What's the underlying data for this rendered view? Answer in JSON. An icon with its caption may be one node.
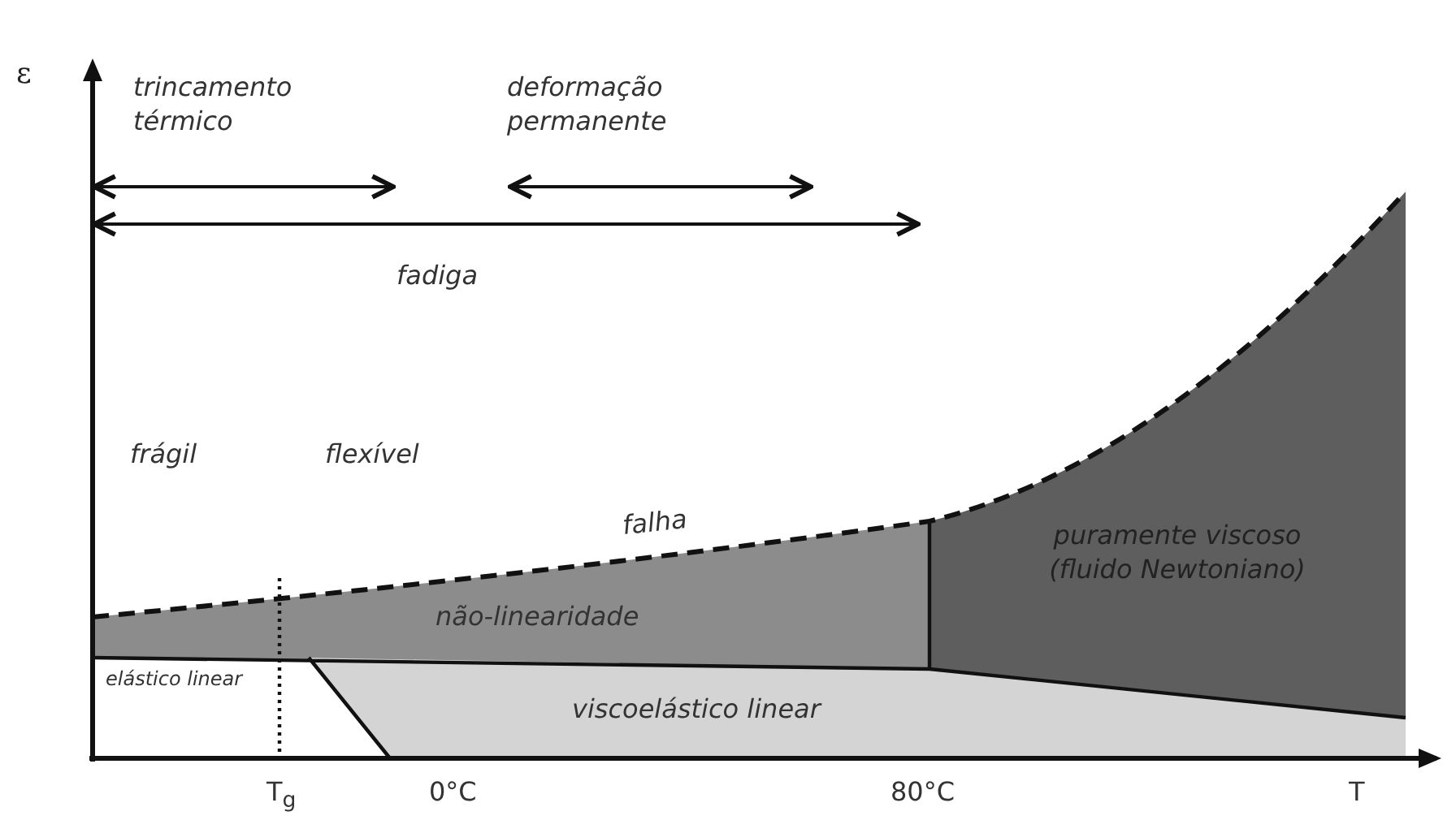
{
  "diagram": {
    "labels": [
      "ε",
      "trincamento térmico",
      "deformação permanente",
      "fadiga",
      "frágil",
      "flexível",
      "falha",
      "não-linearidade",
      "puramente viscoso (fluido Newtoniano)",
      "elástico linear",
      "viscoelástico linear",
      "T$_{g}$",
      "0°C",
      "80°C",
      "T"
    ]
  }
}
